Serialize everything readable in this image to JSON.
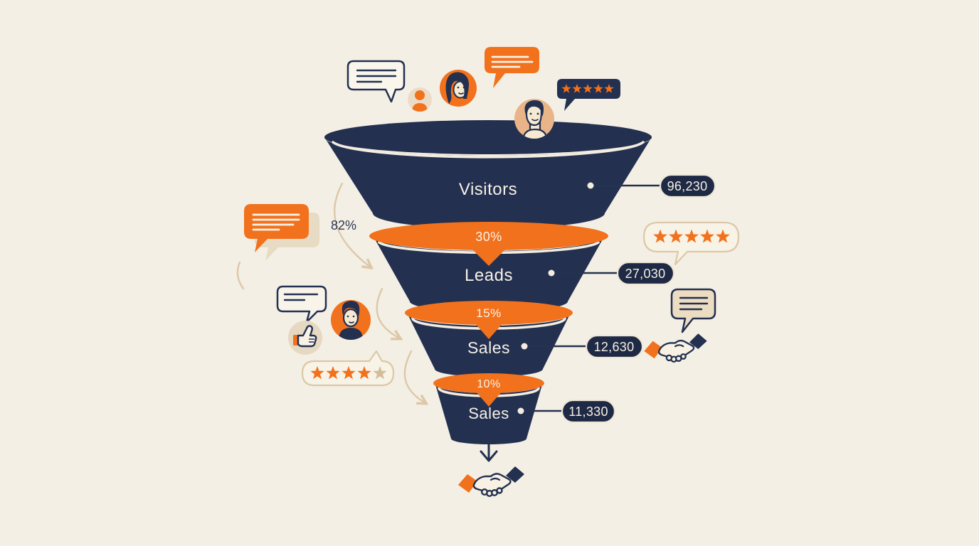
{
  "chart_data": {
    "type": "funnel",
    "stages": [
      {
        "label": "Visitors",
        "value": 96230,
        "value_text": "96,230"
      },
      {
        "label": "Leads",
        "value": 27030,
        "value_text": "27,030",
        "conversion": "30%"
      },
      {
        "label": "Sales",
        "value": 12630,
        "value_text": "12,630",
        "conversion": "15%"
      },
      {
        "label": "Sales",
        "value": 11330,
        "value_text": "11,330",
        "conversion": "10%"
      }
    ],
    "side_label": "82%",
    "legend_position": "none",
    "grid": false
  },
  "ratings": {
    "top_navy_bubble_stars": 5,
    "left_outline_bubble_stars": 4,
    "right_outline_bubble_stars": 5,
    "max_stars": 5
  },
  "colors": {
    "background": "#f4efe4",
    "funnel_navy": "#233050",
    "band_orange": "#f2711c",
    "pill_navy": "#1e2945",
    "pill_border": "#efe7d6",
    "arrow_tan": "#dcc8a8",
    "star_orange": "#f2711c",
    "star_muted": "#d3bd99"
  },
  "icons": [
    "speech-bubble-outline-icon",
    "user-avatar-icon",
    "woman-avatar-icon",
    "speech-bubble-orange-icon",
    "star-rating-navy-bubble-icon",
    "man-avatar-icon",
    "speech-bubble-orange-shadow-icon",
    "curved-arrow-icon",
    "thumbs-up-icon",
    "man-avatar-orange-icon",
    "star-rating-outline-bubble-icon",
    "speech-bubble-beige-icon",
    "handshake-icon",
    "down-arrow-icon"
  ]
}
